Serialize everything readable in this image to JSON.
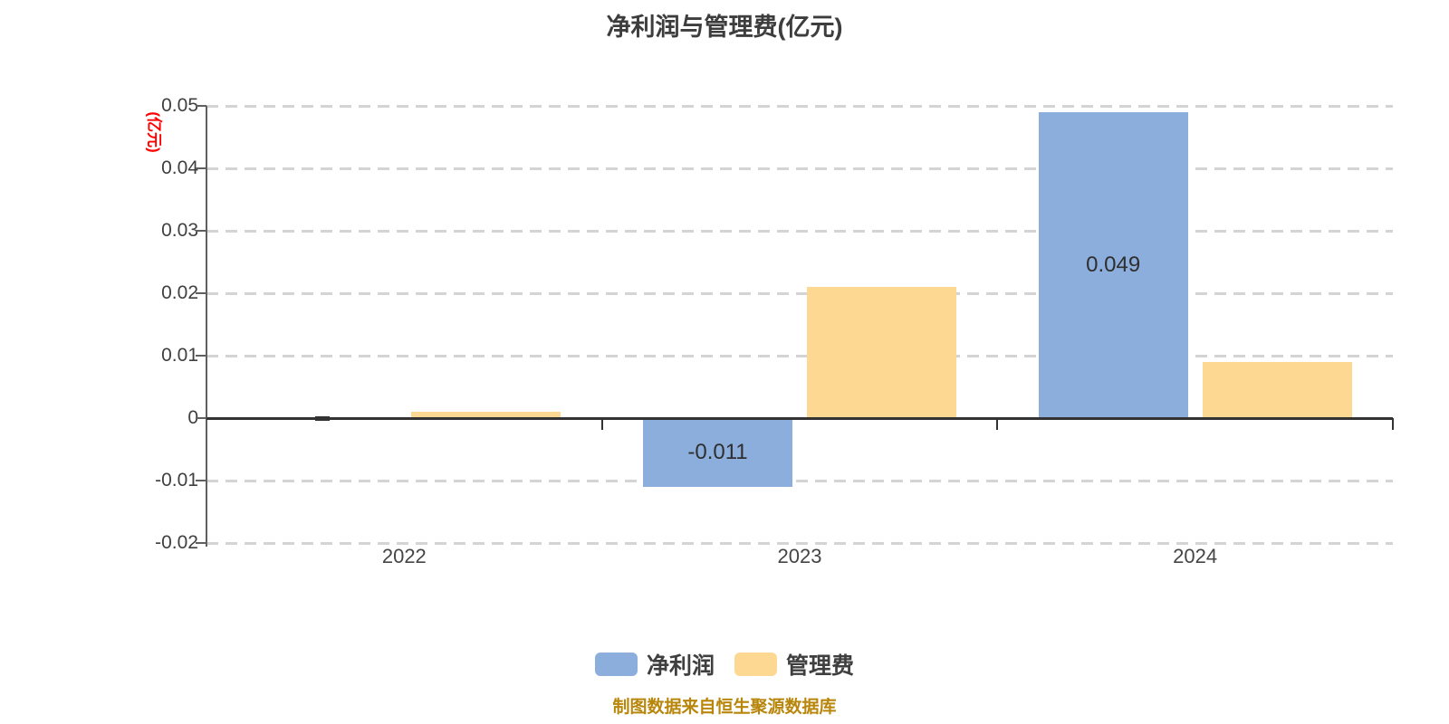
{
  "title": "净利润与管理费(亿元)",
  "y_axis": {
    "unit_label": "(亿元)",
    "unit_label_color": "#ff0000",
    "tick_labels": [
      "0.05",
      "0.04",
      "0.03",
      "0.02",
      "0.01",
      "0",
      "-0.01",
      "-0.02"
    ]
  },
  "x_axis": {
    "categories": [
      "2022",
      "2023",
      "2024"
    ]
  },
  "legend": {
    "items": [
      {
        "label": "净利润",
        "color": "#8caedc"
      },
      {
        "label": "管理费",
        "color": "#fcd893"
      }
    ]
  },
  "footer": {
    "source_note": "制图数据来自恒生聚源数据库",
    "color": "#b8860b"
  },
  "chart_data": {
    "type": "bar",
    "title": "净利润与管理费(亿元)",
    "ylabel": "(亿元)",
    "categories": [
      "2022",
      "2023",
      "2024"
    ],
    "series": [
      {
        "name": "净利润",
        "color": "#8caedc",
        "values": [
          0,
          -0.011,
          0.049
        ],
        "labels": [
          "",
          "-0.011",
          "0.049"
        ]
      },
      {
        "name": "管理费",
        "color": "#fcd893",
        "values": [
          0.001,
          0.021,
          0.009
        ],
        "labels": [
          "",
          "",
          ""
        ]
      }
    ],
    "ylim": [
      -0.02,
      0.05
    ],
    "y_tick_step": 0.01,
    "grid": "horizontal-dashed",
    "legend_position": "bottom"
  }
}
